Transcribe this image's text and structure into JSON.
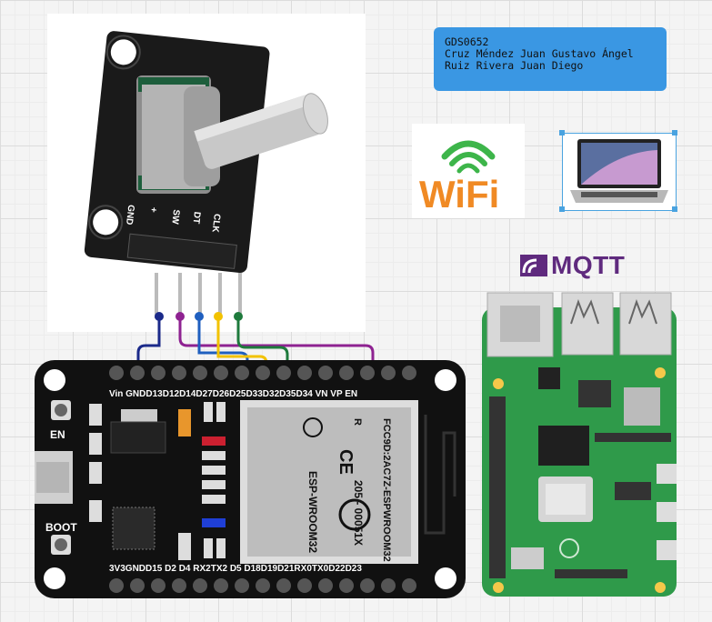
{
  "note": {
    "lines": [
      "GDS0652",
      "Cruz Méndez Juan Gustavo Ángel",
      "Ruiz Rivera Juan Diego"
    ]
  },
  "encoder": {
    "pins": [
      "GND",
      "+",
      "SW",
      "DT",
      "CLK"
    ]
  },
  "esp32": {
    "top_pins": "Vin GNDD13D12D14D27D26D25D33D32D35D34  VN  VP  EN",
    "bottom_pins": "3V3GNDD15 D2  D4  RX2TX2 D5  D18D19D21RX0TX0D22D23",
    "button_en": "EN",
    "button_boot": "BOOT",
    "module_brand": "ESP-WROOM32",
    "module_fcc": "FCC9D:2AC7Z-ESPWROOM32",
    "module_code": "205 - 00051X",
    "module_ce": "CE",
    "module_r": "R"
  },
  "wifi": {
    "text": "WiFi",
    "colors": {
      "orange": "#f08a24",
      "blue": "#2fa3dc",
      "green": "#3db54a"
    }
  },
  "mqtt": {
    "text": "MQTT"
  },
  "wire_colors": {
    "gnd": "#1b2a8a",
    "vcc": "#8e2291",
    "sw": "#1f5fbf",
    "dt": "#f2c200",
    "clk": "#1e7a3c"
  }
}
